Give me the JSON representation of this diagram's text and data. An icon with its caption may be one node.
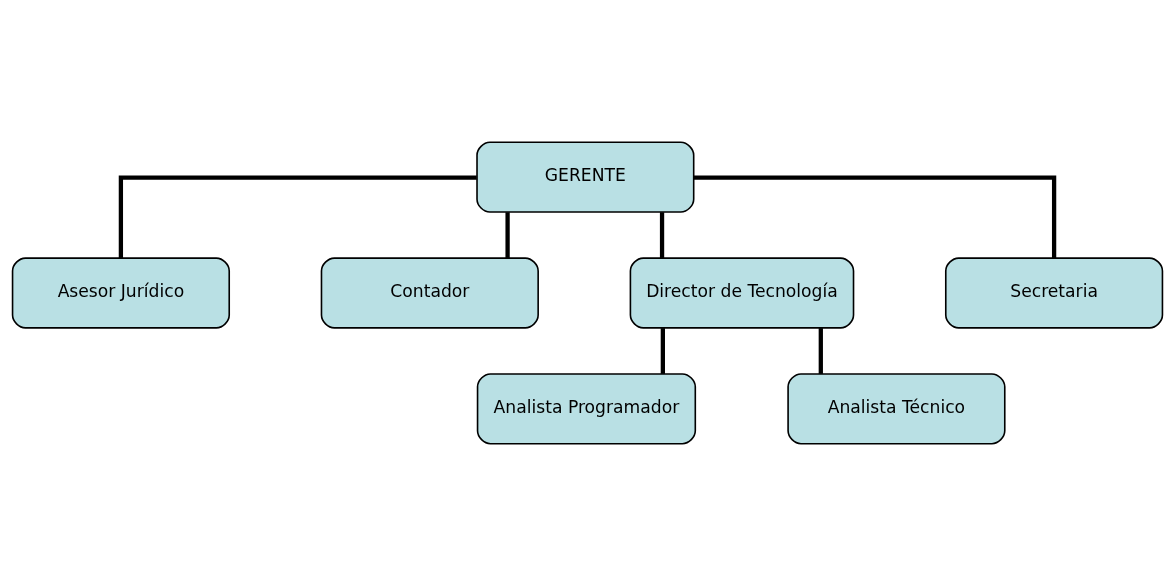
{
  "diagram": {
    "nodes": [
      {
        "text": [
          "GERENTE"
        ]
      },
      {
        "text": [
          "Asesor Jurídico"
        ]
      },
      {
        "text": [
          "Contador"
        ]
      },
      {
        "text": [
          "Director de Tecnología"
        ]
      },
      {
        "text": [
          "Secretaria"
        ]
      },
      {
        "text": [
          "Analista Programador"
        ]
      },
      {
        "text": [
          "Analista Técnico"
        ]
      }
    ],
    "edges": [
      {
        "from": 0,
        "to": 1,
        "arrow": "none"
      },
      {
        "from": 0,
        "to": 2,
        "arrow": "none"
      },
      {
        "from": 0,
        "to": 3,
        "arrow": "none"
      },
      {
        "from": 0,
        "to": 4,
        "arrow": "none"
      },
      {
        "from": 3,
        "to": 5,
        "arrow": "none"
      },
      {
        "from": 3,
        "to": 6,
        "arrow": "none"
      }
    ]
  }
}
